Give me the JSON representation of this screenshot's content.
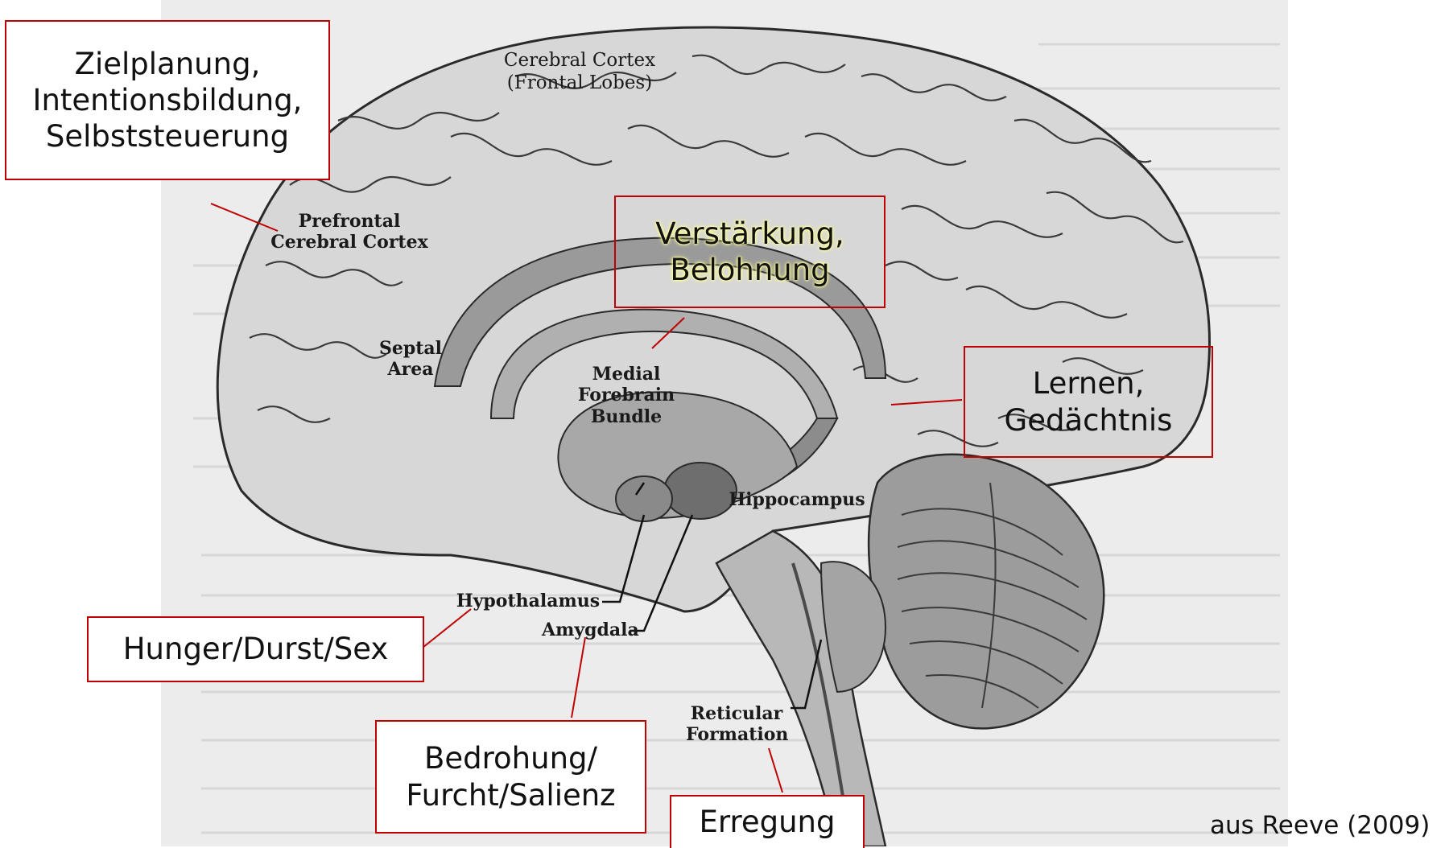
{
  "figure": {
    "boxes": {
      "goal_planning": "Zielplanung,\nIntentionsbildung,\nSelbststeuerung",
      "reinforcement": "Verstärkung,\nBelohnung",
      "learning": "Lernen,\nGedächtnis",
      "hunger": "Hunger/Durst/Sex",
      "threat": "Bedrohung/\nFurcht/Salienz",
      "arousal": "Erregung"
    },
    "structures": {
      "cerebral_cortex": "Cerebral Cortex\n(Frontal Lobes)",
      "prefrontal": "Prefrontal\nCerebral Cortex",
      "septal": "Septal\nArea",
      "medial_forebrain": "Medial\nForebrain\nBundle",
      "hippocampus": "Hippocampus",
      "hypothalamus": "Hypothalamus",
      "amygdala": "Amygdala",
      "reticular": "Reticular\nFormation"
    },
    "credit": "aus Reeve (2009)",
    "colors": {
      "box_border": "#c00000",
      "brain_fill": "#d7d7d7",
      "brain_dark": "#8c8c8c",
      "background_scan": "#ececec"
    }
  }
}
